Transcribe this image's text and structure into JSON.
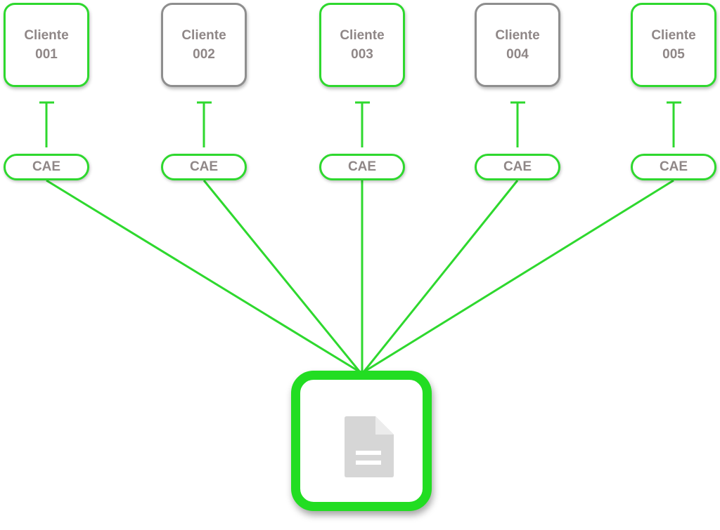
{
  "clients": [
    {
      "label": "Cliente\n001",
      "status": "active"
    },
    {
      "label": "Cliente\n002",
      "status": "inactive"
    },
    {
      "label": "Cliente\n003",
      "status": "active"
    },
    {
      "label": "Cliente\n004",
      "status": "inactive"
    },
    {
      "label": "Cliente\n005",
      "status": "active"
    }
  ],
  "connectors": [
    {
      "label": "CAE"
    },
    {
      "label": "CAE"
    },
    {
      "label": "CAE"
    },
    {
      "label": "CAE"
    },
    {
      "label": "CAE"
    }
  ],
  "hub": {
    "icon": "document-icon"
  },
  "colors": {
    "active_border": "#2ed82e",
    "inactive_border": "#8e8e8e",
    "hub_border": "#22dd22",
    "line": "#2ed82e",
    "text": "#8f8787",
    "icon": "#d6d6d6"
  }
}
